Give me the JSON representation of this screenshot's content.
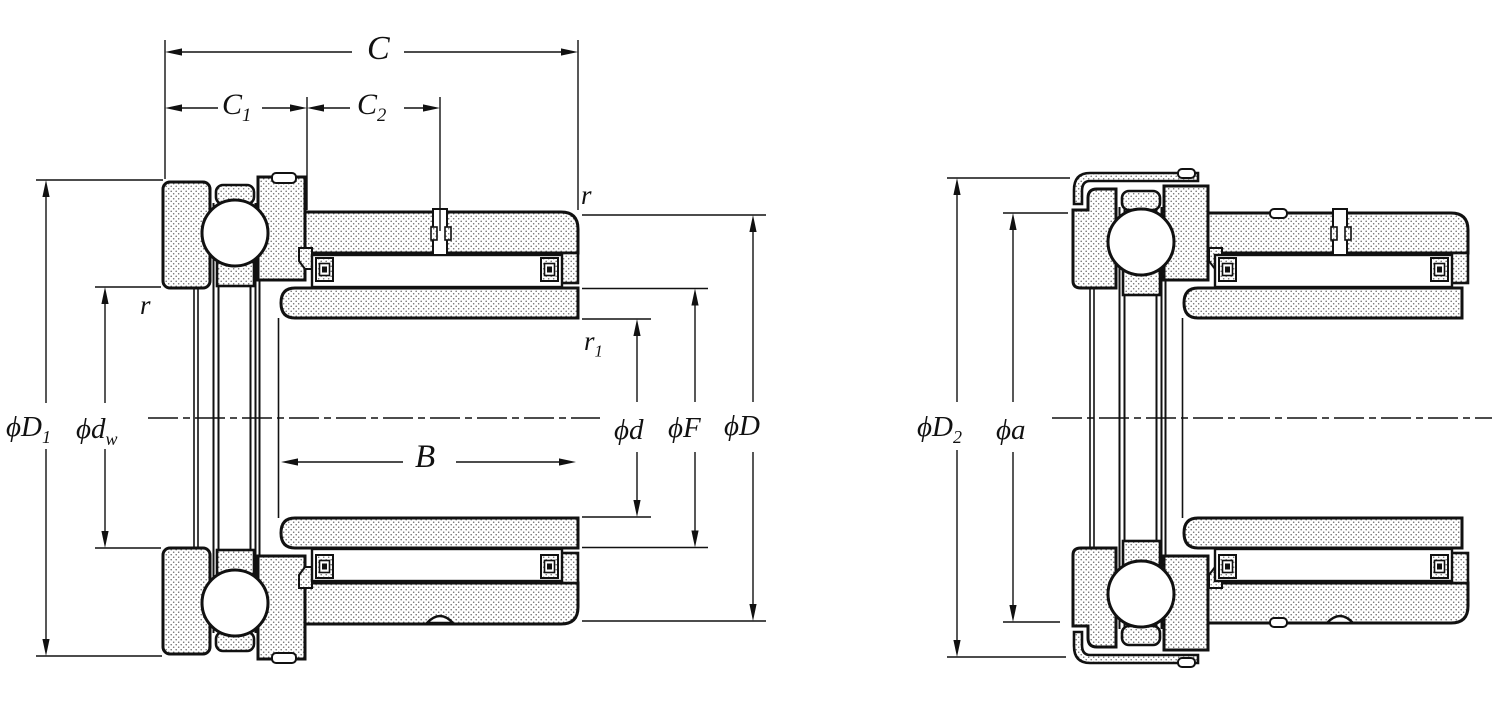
{
  "figure": {
    "kind": "combined needle-roller / angular-contact ball bearing cross-section drawing, two views",
    "colors": {
      "line": "#111111",
      "paper": "#ffffff",
      "hatch_dot": "#6a6a6a"
    },
    "dimension_labels": {
      "c": {
        "main": "C",
        "sub": ""
      },
      "c1": {
        "main": "C",
        "sub": "1"
      },
      "c2": {
        "main": "C",
        "sub": "2"
      },
      "r_outer": {
        "main": "r",
        "sub": ""
      },
      "r_inner": {
        "main": "r",
        "sub": ""
      },
      "r1": {
        "main": "r",
        "sub": "1"
      },
      "phi_d1": {
        "main": "ϕD",
        "sub": "1"
      },
      "phi_dw": {
        "main": "ϕd",
        "sub": "w"
      },
      "b": {
        "main": "B",
        "sub": ""
      },
      "phi_d": {
        "main": "ϕd",
        "sub": ""
      },
      "phi_f": {
        "main": "ϕF",
        "sub": ""
      },
      "phi_dcap": {
        "main": "ϕD",
        "sub": ""
      },
      "phi_d2": {
        "main": "ϕD",
        "sub": "2"
      },
      "phi_a": {
        "main": "ϕa",
        "sub": ""
      }
    }
  }
}
